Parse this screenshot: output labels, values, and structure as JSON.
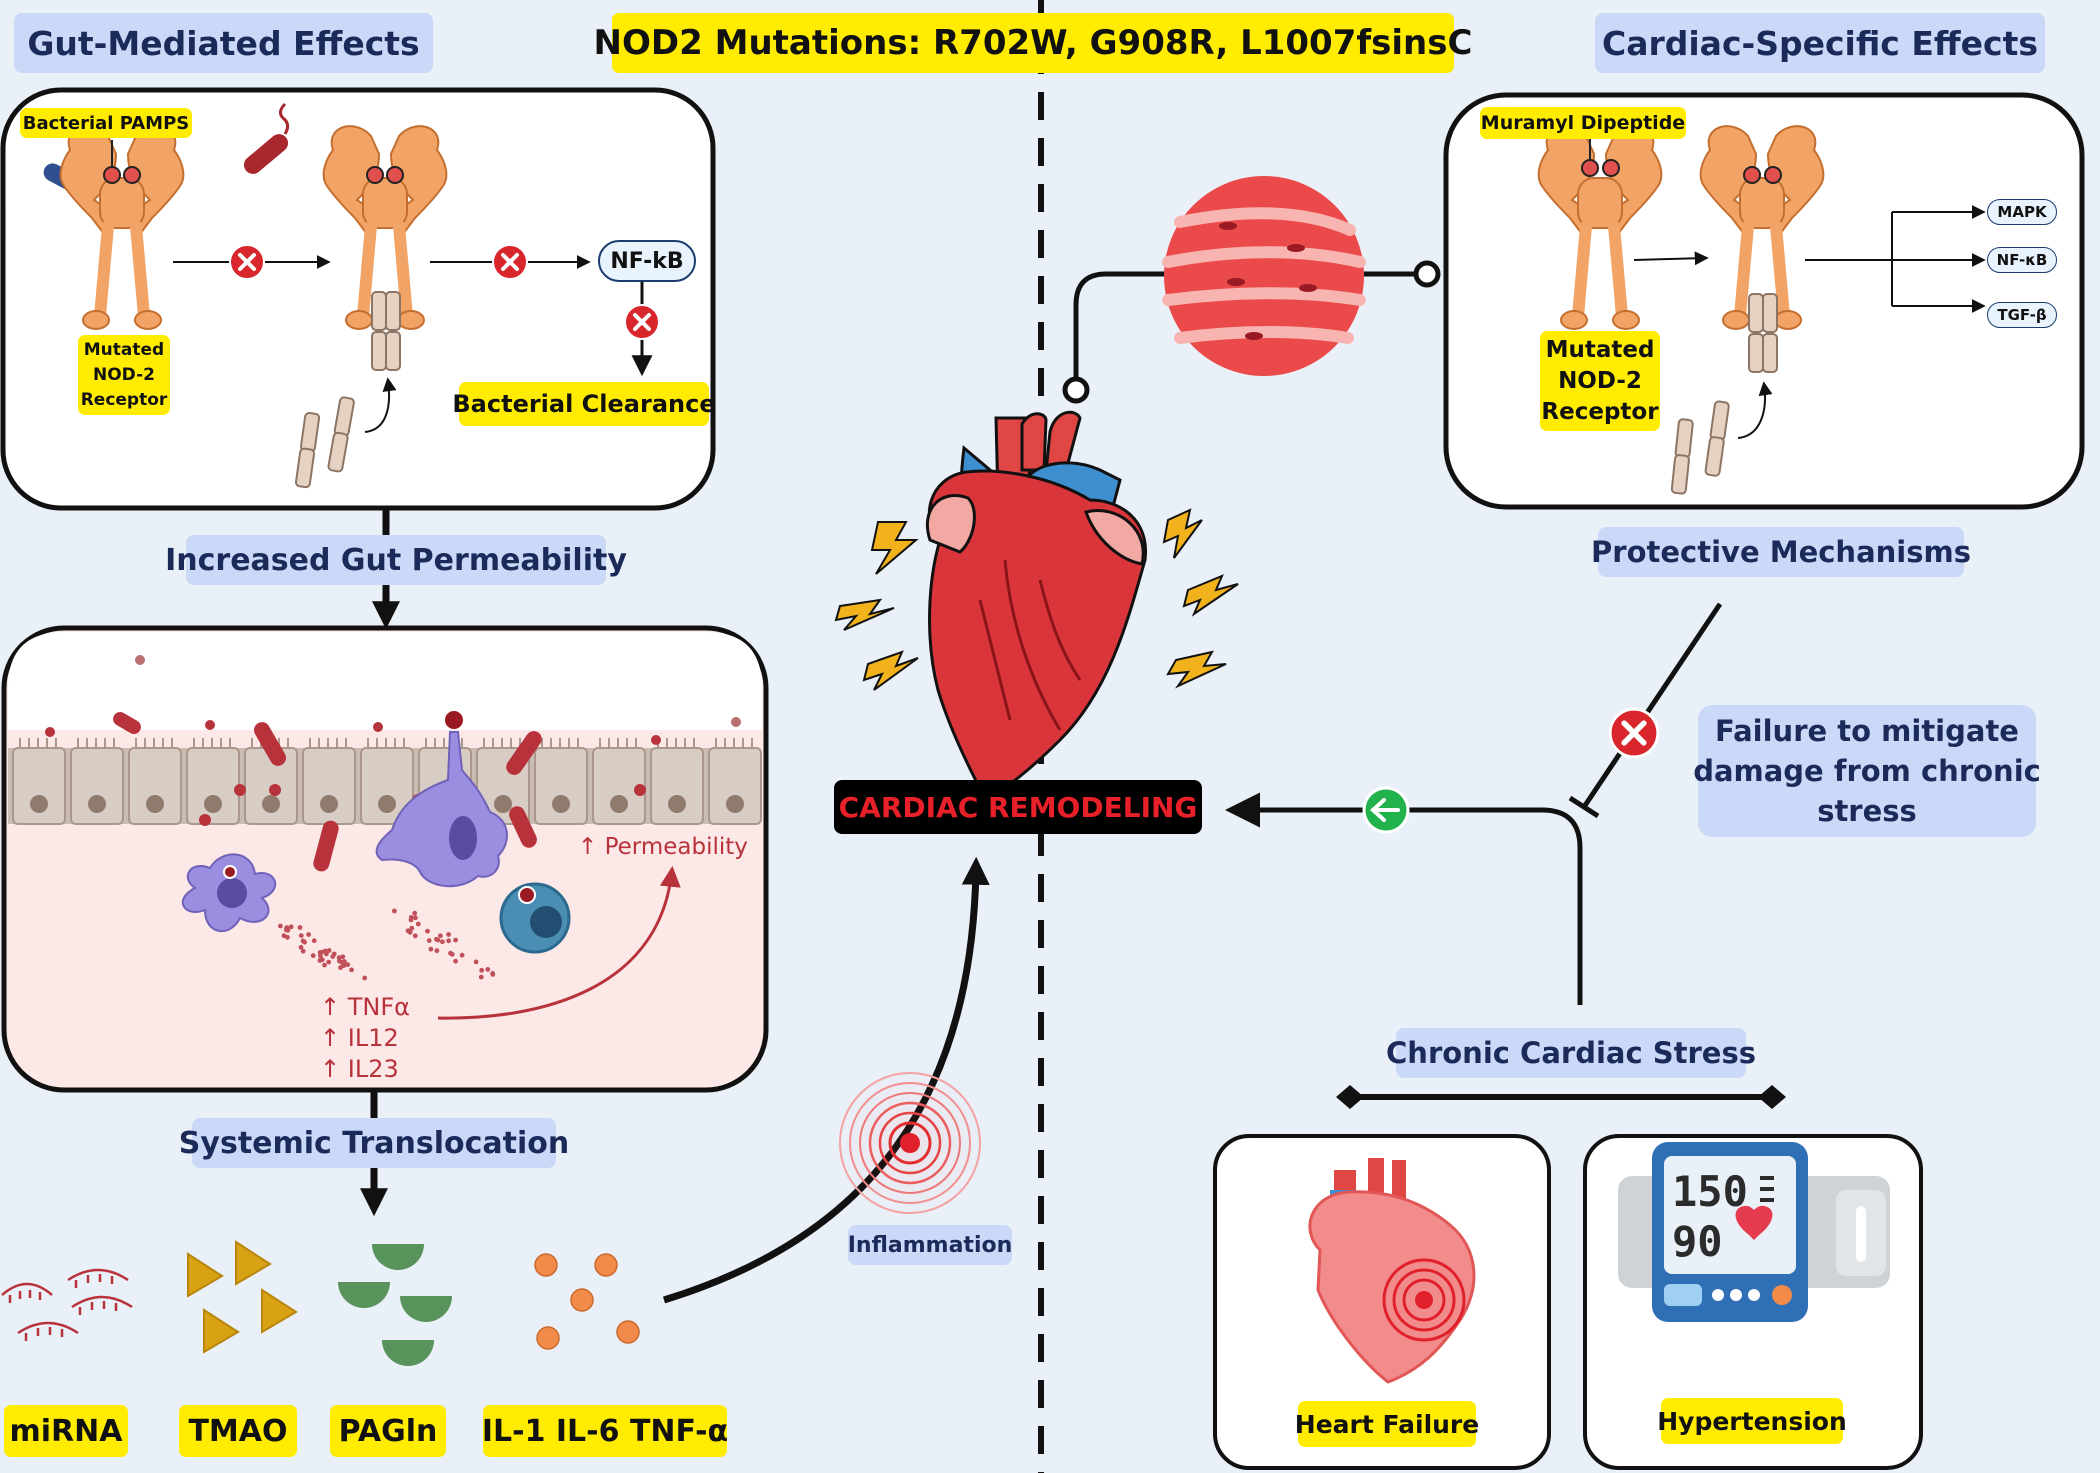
{
  "header": {
    "mutations": "NOD2  Mutations: R702W, G908R, L1007fsinsC",
    "left_title": "Gut-Mediated Effects",
    "right_title": "Cardiac-Specific Effects"
  },
  "gut_panel": {
    "pamps": "Bacterial PAMPS",
    "receptor_l1": "Mutated",
    "receptor_l2": "NOD-2",
    "receptor_l3": "Receptor",
    "nfkb": "NF-kB",
    "clearance": "Bacterial Clearance"
  },
  "permeability_label": "Increased Gut Permeability",
  "tissue_panel": {
    "permeability": "↑ Permeability",
    "cytokines": [
      "↑ TNFα",
      "↑ IL12",
      "↑ IL23"
    ]
  },
  "translocation_label": "Systemic Translocation",
  "metabolites": [
    "miRNA",
    "TMAO",
    "PAGln",
    "IL-1 IL-6 TNF-α"
  ],
  "inflammation_label": "Inflammation",
  "center": {
    "remodeling": "CARDIAC REMODELING"
  },
  "cardiac_panel": {
    "muramyl": "Muramyl Dipeptide",
    "receptor_l1": "Mutated",
    "receptor_l2": "NOD-2",
    "receptor_l3": "Receptor",
    "pathways": [
      "MAPK",
      "NF-κB",
      "TGF-β"
    ]
  },
  "protective_label": "Protective Mechanisms",
  "failure": {
    "line1": "Failure to mitigate",
    "line2": "damage from chronic",
    "line3": "stress"
  },
  "chronic_label": "Chronic Cardiac Stress",
  "heart_failure_label": "Heart Failure",
  "hypertension_label": "Hypertension",
  "bp_monitor": {
    "systolic": "150",
    "diastolic": "90"
  },
  "colors": {
    "background": "#eaf0f8",
    "label_blue": "#c9d9f7",
    "label_yellow": "#ffec00",
    "inhibit_red": "#d8262c",
    "promote_green": "#22b24c",
    "remodeling_bg": "#000000",
    "remodeling_text": "#e8202a"
  }
}
